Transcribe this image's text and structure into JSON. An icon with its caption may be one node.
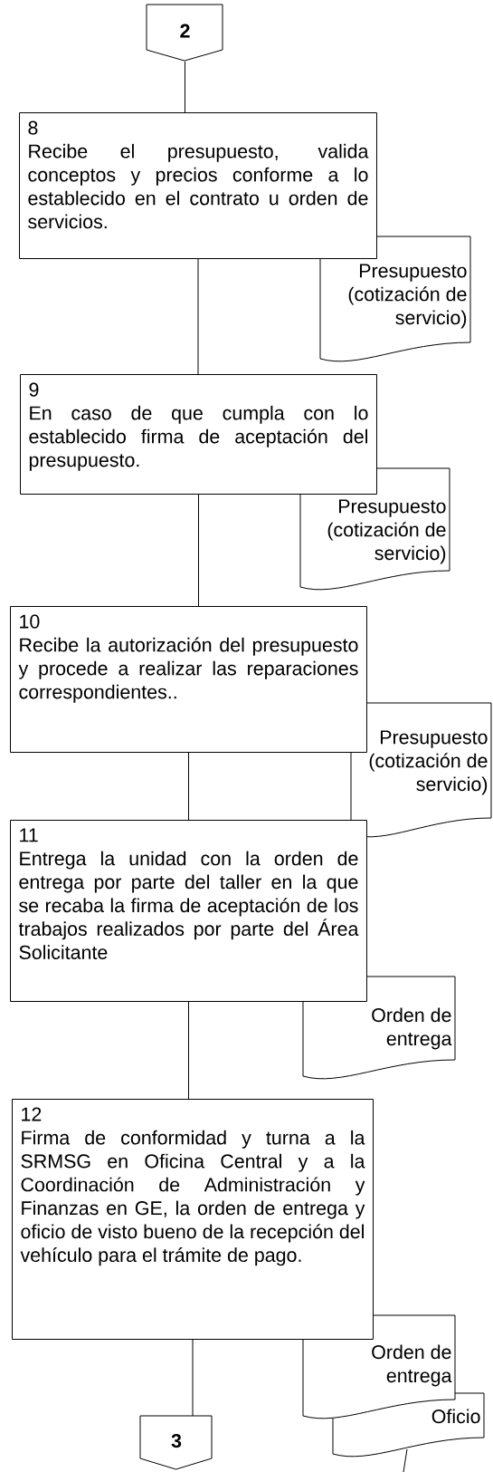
{
  "diagram": {
    "nodes": [
      {
        "text": [
          "2"
        ]
      },
      {
        "text": [
          "8",
          "Recibe el presupuesto, valida conceptos y precios conforme a lo establecido en el contrato u orden de servicios."
        ]
      },
      {
        "text": [
          "Presupuesto (cotización de servicio)"
        ]
      },
      {
        "text": [
          "9",
          "En caso de que cumpla con lo establecido firma de aceptación del presupuesto."
        ]
      },
      {
        "text": [
          "Presupuesto (cotización de servicio)"
        ]
      },
      {
        "text": [
          "10",
          "Recibe la autorización del presupuesto y procede a realizar las reparaciones correspondientes.."
        ]
      },
      {
        "text": [
          "Presupuesto (cotización de servicio)"
        ]
      },
      {
        "text": [
          "11",
          "Entrega la unidad con la orden de entrega por parte del taller en la que se recaba la firma de aceptación de los trabajos realizados por parte del Área Solicitante"
        ]
      },
      {
        "text": [
          "Orden de entrega"
        ]
      },
      {
        "text": [
          "12",
          "Firma de conformidad y turna a la SRMSG en Oficina Central y a la Coordinación de Administración y Finanzas en GE, la orden de entrega y oficio de visto bueno de la recepción del vehículo para el trámite de pago."
        ]
      },
      {
        "text": [
          "Orden de entrega"
        ]
      },
      {
        "text": [
          "Oficio"
        ]
      },
      {
        "text": [
          "3"
        ]
      }
    ],
    "edges": [
      {
        "from": 0,
        "to": 1,
        "arrow": "none"
      },
      {
        "from": 1,
        "to": 3,
        "arrow": "none"
      },
      {
        "from": 3,
        "to": 5,
        "arrow": "none"
      },
      {
        "from": 5,
        "to": 7,
        "arrow": "none"
      },
      {
        "from": 7,
        "to": 9,
        "arrow": "none"
      },
      {
        "from": 9,
        "to": 12,
        "arrow": "none"
      },
      {
        "from": 11,
        "to": null,
        "arrow": "none"
      }
    ]
  }
}
